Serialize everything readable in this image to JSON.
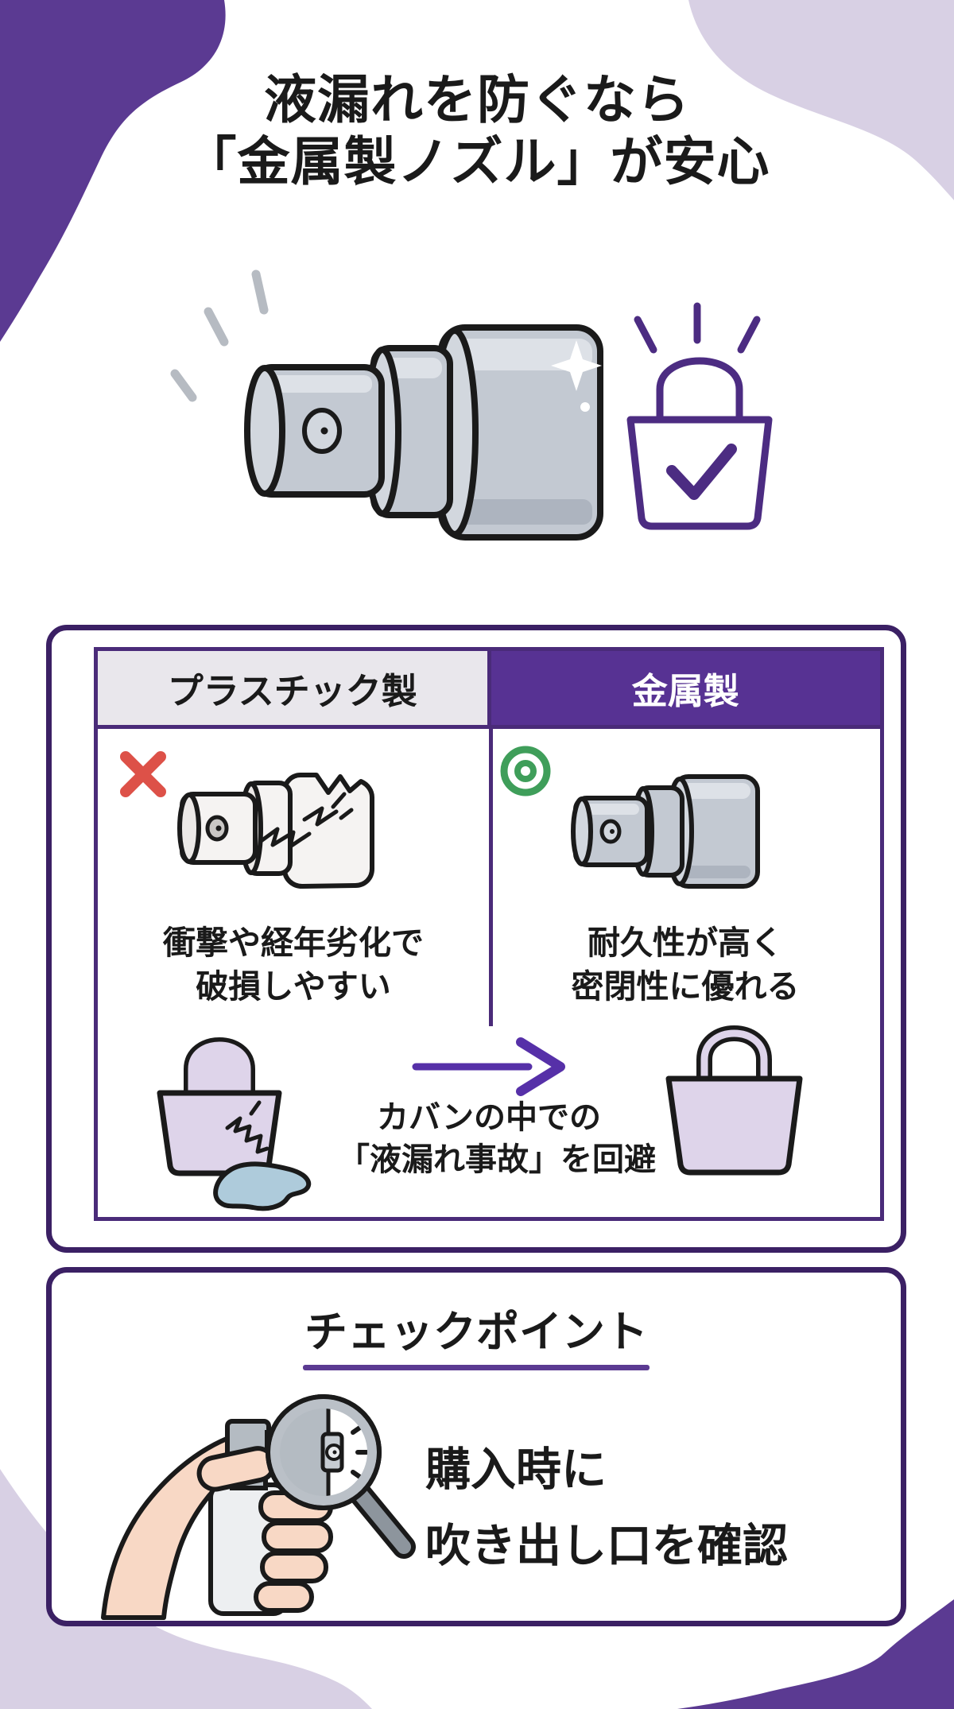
{
  "infographic": {
    "title": {
      "line1": "液漏れを防ぐなら",
      "line2": "「金属製ノズル」が安心"
    },
    "comparison_table": {
      "columns": [
        {
          "header": "プラスチック製",
          "verdict_icon": "cross-icon",
          "caption_line1": "衝撃や経年劣化で",
          "caption_line2": "破損しやすい"
        },
        {
          "header": "金属製",
          "verdict_icon": "double-circle-icon",
          "caption_line1": "耐久性が高く",
          "caption_line2": "密閉性に優れる"
        }
      ],
      "result": {
        "caption_line1": "カバンの中での",
        "caption_line2": "「液漏れ事故」を回避"
      }
    },
    "checkpoint": {
      "heading": "チェックポイント",
      "note_line1": "購入時に",
      "note_line2": "吹き出し口を確認"
    }
  },
  "icons": {
    "cross": "✕",
    "double_circle": "◎",
    "check": "✓",
    "arrow_right": "→",
    "bag_check": "shopping-bag-with-checkmark",
    "sparkle": "✦"
  },
  "colors": {
    "ink": "#1a1a1a",
    "dark_purple": "#5b3a92",
    "lavender": "#d8d0e4",
    "card_border": "#3b2064",
    "table_border": "#4a2b79",
    "header_bg_left": "#e9e7ec",
    "header_bg_right": "#573293",
    "accent_arrow": "#5630a8",
    "bag_icon_purple": "#4c2c82",
    "cross_red": "#dd5148",
    "circle_green": "#3f9e5a",
    "bag_fill": "#ded4ea",
    "puddle_blue": "#aecbdb",
    "metal_gray": "#c3c9d2",
    "plastic_white": "#f5f3f2",
    "skin": "#f8d8c5",
    "steel_gray": "#b4bbc2"
  }
}
